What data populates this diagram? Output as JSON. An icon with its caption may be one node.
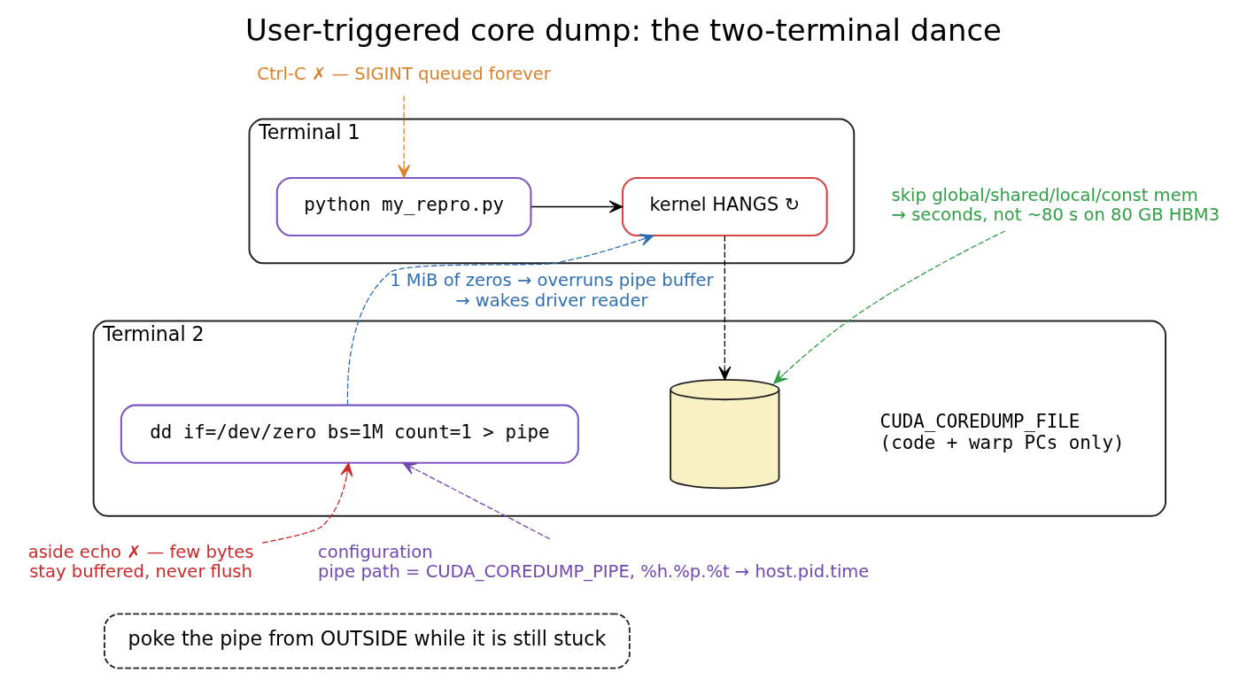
{
  "diagram": {
    "title": "User-triggered core dump: the two-terminal dance",
    "nodes": [
      {
        "text": [
          "Terminal 1"
        ]
      },
      {
        "text": [
          "python my_repro.py"
        ],
        "in": 0
      },
      {
        "text": [
          "kernel HANGS ↻"
        ],
        "in": 0
      },
      {
        "text": [
          "Ctrl-C ✗ — SIGINT queued forever"
        ]
      },
      {
        "text": [
          "skip global/shared/local/const mem → seconds, not ~80 s on 80 GB HBM3"
        ]
      },
      {
        "text": [
          "Terminal 2"
        ]
      },
      {
        "text": [
          "dd if=/dev/zero bs=1M count=1 > pipe"
        ],
        "in": 5
      },
      {
        "text": [],
        "shape": "cylinder",
        "beside": [
          "CUDA_COREDUMP_FILE",
          "(code + warp PCs only)"
        ],
        "in": 5
      },
      {
        "text": [
          "aside echo ✗ — few bytes stay buffered, never flush"
        ]
      },
      {
        "text": [
          "configuration",
          "pipe path = CUDA_COREDUMP_PIPE, %h.%p.%t → host.pid.time"
        ]
      },
      {
        "text": [
          "poke the pipe from OUTSIDE while it is still stuck"
        ]
      }
    ],
    "edges": [
      {
        "from": 3,
        "to": 1,
        "arrow": "to",
        "style": "dashed",
        "color": "#d9822b"
      },
      {
        "from": 1,
        "to": 2,
        "arrow": "to"
      },
      {
        "from": 6,
        "to": 2,
        "arrow": "to",
        "label": "1 MiB of zeros → overruns pipe buffer → wakes driver reader",
        "style": "dashed",
        "color": "#2f6fb3"
      },
      {
        "from": 2,
        "to": 7,
        "arrow": "to",
        "style": "dashed"
      },
      {
        "from": 4,
        "to": 7,
        "arrow": "to",
        "style": "dashed",
        "color": "#2f9e44"
      },
      {
        "from": 8,
        "to": 6,
        "arrow": "to",
        "style": "dashed",
        "color": "#c92a2a"
      },
      {
        "from": 9,
        "to": 6,
        "arrow": "to",
        "style": "dashed",
        "color": "#7048b0"
      }
    ]
  }
}
